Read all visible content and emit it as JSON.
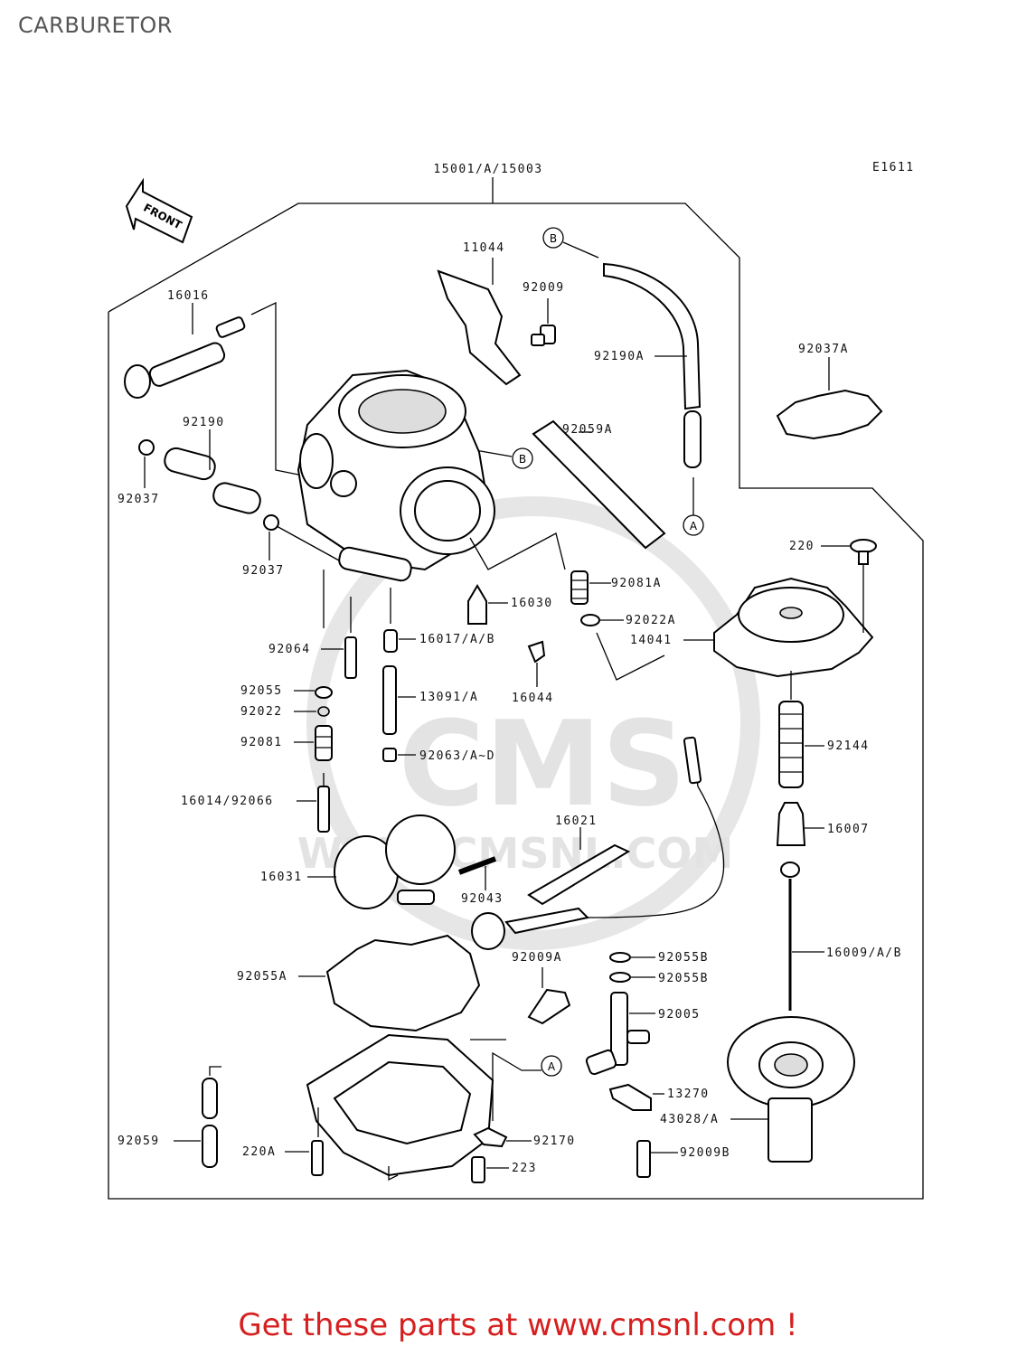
{
  "page": {
    "title": "CARBURETOR",
    "figure_code": "E1611",
    "footer_link": "Get these parts at www.cmsnl.com !"
  },
  "watermark": {
    "brand": "CMS",
    "url": "WWW.CMSNL.COM"
  },
  "badges": {
    "front": "FRONT",
    "ref_a": "A",
    "ref_b": "B"
  },
  "colors": {
    "footer": "#d62020",
    "title": "#555555",
    "lines": "#000000",
    "watermark": "#e3e3e3"
  },
  "parts": {
    "p15001": "15001/A/15003",
    "p11044": "11044",
    "p92009": "92009",
    "p92190a": "92190A",
    "p92037a": "92037A",
    "p16016": "16016",
    "p92190": "92190",
    "p92059a": "92059A",
    "p92037_1": "92037",
    "p92037_2": "92037",
    "p220": "220",
    "p92081a": "92081A",
    "p16030": "16030",
    "p92022a": "92022A",
    "p14041": "14041",
    "p92064": "92064",
    "p16017": "16017/A/B",
    "p16044": "16044",
    "p92055": "92055",
    "p13091": "13091/A",
    "p92022": "92022",
    "p92081": "92081",
    "p92144": "92144",
    "p92063": "92063/A~D",
    "p16014": "16014/92066",
    "p16007": "16007",
    "p16021": "16021",
    "p16031": "16031",
    "p92043": "92043",
    "p16009": "16009/A/B",
    "p92009a": "92009A",
    "p92055b_1": "92055B",
    "p92055b_2": "92055B",
    "p92055a": "92055A",
    "p92005": "92005",
    "p13270": "13270",
    "p43028": "43028/A",
    "p92059": "92059",
    "p220a": "220A",
    "p92170": "92170",
    "p223": "223",
    "p92009b": "92009B"
  }
}
